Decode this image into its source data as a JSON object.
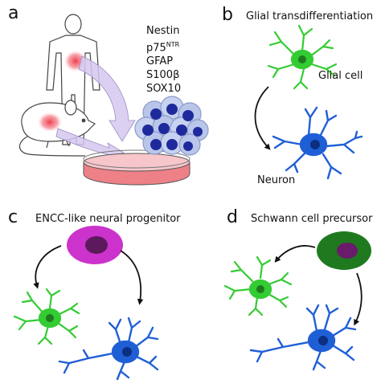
{
  "panels": {
    "a": {
      "letter": "a",
      "markers": [
        "Nestin",
        "p75",
        "GFAP",
        "S100β",
        "SOX10"
      ],
      "p75_superscript": "NTR"
    },
    "b": {
      "letter": "b",
      "title": "Glial transdifferentiation",
      "glial_label": "Glial cell",
      "neuron_label": "Neuron"
    },
    "c": {
      "letter": "c",
      "title": "ENCC-like neural progenitor"
    },
    "d": {
      "letter": "d",
      "title": "Schwann cell precursor"
    }
  },
  "colors": {
    "glial": "#33cc33",
    "glial_nucleus": "#1f7a1f",
    "neuron": "#1f5fd6",
    "neuron_nucleus": "#0d2f80",
    "progenitor": "#cc33cc",
    "progenitor_nucleus": "#5c1a5c",
    "schwann": "#1f7a1f",
    "schwann_nucleus": "#6a1b6a",
    "sphere": "#b9c6ea",
    "sphere_nucleus": "#1e2a9c",
    "dish": "#ee8088",
    "highlight": "#ee3344",
    "arrow_fill": "#d6c8f0"
  }
}
